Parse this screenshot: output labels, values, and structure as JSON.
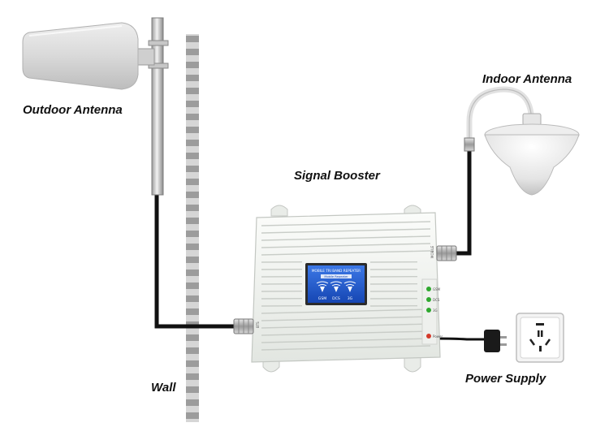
{
  "labels": {
    "outdoor_antenna": "Outdoor Antenna",
    "indoor_antenna": "Indoor Antenna",
    "signal_booster": "Signal Booster",
    "power_supply": "Power Supply",
    "wall": "Wall"
  },
  "booster_panel": {
    "title": "MOBILE TRI BAND REPEATER",
    "subtitle": "Mobile Repeater",
    "bands": [
      "GSM",
      "DCS",
      "3G"
    ],
    "port_left": "BTS",
    "port_right": "MOBILE",
    "indicator_labels": [
      "GSM",
      "DCS",
      "3G",
      "Power"
    ]
  },
  "colors": {
    "cable": "#111111",
    "device_body": "#f4f6f3",
    "lcd": "#1f57c9",
    "led_green": "#2ea82e",
    "led_red": "#d43a2a",
    "wall_light": "#d6d6d6",
    "wall_dark": "#9c9c9c"
  }
}
